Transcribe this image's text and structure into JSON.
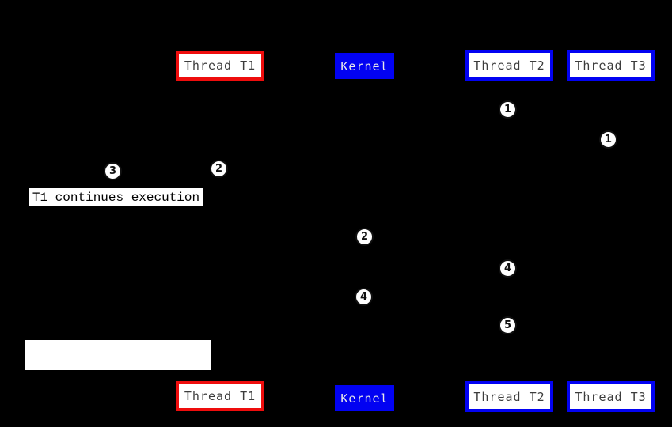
{
  "diagram_type": "thread-scheduling-sequence-diagram",
  "background": "#000000",
  "colors": {
    "thread_t1_border": "#ee0d0d",
    "thread_t2_t3_border": "#0202f2",
    "kernel_background": "#0202f2",
    "box_background": "#ffffff",
    "thread_label_text": "#3c3c3c",
    "kernel_label_text": "#e9e9e9",
    "marker_background": "#ffffff",
    "marker_text": "#111111"
  },
  "top_boxes": [
    {
      "label": "Thread T1"
    },
    {
      "label": "Kernel"
    },
    {
      "label": "Thread T2"
    },
    {
      "label": "Thread T3"
    }
  ],
  "bottom_boxes": [
    {
      "label": "Thread T1"
    },
    {
      "label": "Kernel"
    },
    {
      "label": "Thread T2"
    },
    {
      "label": "Thread T3"
    }
  ],
  "markers": [
    {
      "n": "1"
    },
    {
      "n": "1"
    },
    {
      "n": "2"
    },
    {
      "n": "3"
    },
    {
      "n": "2"
    },
    {
      "n": "4"
    },
    {
      "n": "4"
    },
    {
      "n": "5"
    }
  ],
  "notes": [
    {
      "text": "T1 continues execution"
    },
    {
      "text": ""
    }
  ]
}
